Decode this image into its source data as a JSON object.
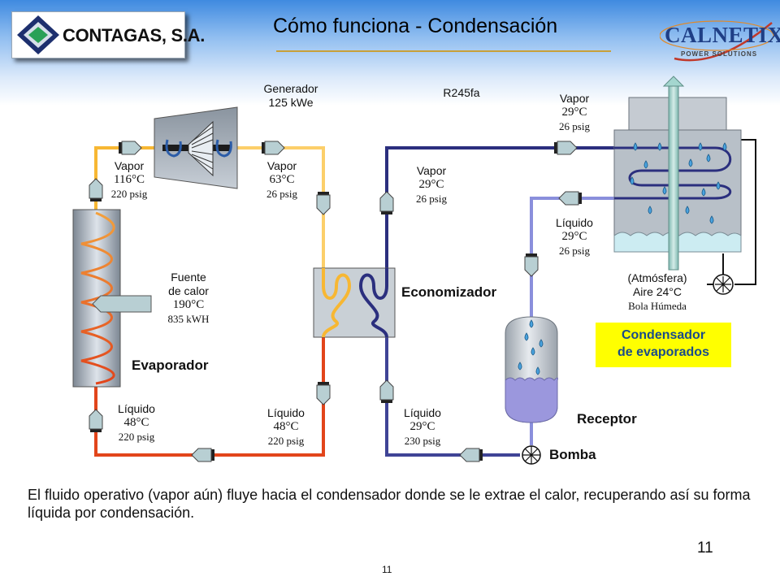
{
  "header": {
    "title": "Cómo funciona - Condensación",
    "logo_left_text": "CONTAGAS, S.A.",
    "logo_right_brand": "CALNETIX",
    "logo_right_tagline": "POWER SOLUTIONS"
  },
  "diagram": {
    "refrigerant": "R245fa",
    "generator": {
      "line1": "Generador",
      "line2": "125 kWe"
    },
    "heat_source": {
      "line1": "Fuente",
      "line2": "de calor",
      "temp": "190°C",
      "power": "835 kWH"
    },
    "points": {
      "turbine_inlet": {
        "state": "Vapor",
        "temp": "116°C",
        "pressure": "220 psig"
      },
      "turbine_outlet": {
        "state": "Vapor",
        "temp": "63°C",
        "pressure": "26 psig"
      },
      "economizer_vapor_out": {
        "state": "Vapor",
        "temp": "29°C",
        "pressure": "26 psig"
      },
      "condenser_inlet": {
        "state": "Vapor",
        "temp": "29°C",
        "pressure": "26 psig"
      },
      "condenser_outlet": {
        "state": "Líquido",
        "temp": "29°C",
        "pressure": "26 psig"
      },
      "evaporator_inlet": {
        "state": "Líquido",
        "temp": "48°C",
        "pressure": "220 psig"
      },
      "economizer_liquid_out": {
        "state": "Líquido",
        "temp": "48°C",
        "pressure": "220 psig"
      },
      "pump_outlet": {
        "state": "Líquido",
        "temp": "29°C",
        "pressure": "230 psig"
      }
    },
    "atmosphere": {
      "line1": "(Atmósfera)",
      "line2": "Aire  24°C",
      "line3": "Bola Húmeda"
    },
    "components": {
      "evaporator": "Evaporador",
      "economizer": "Economizador",
      "condenser_line1": "Condensador",
      "condenser_line2": "de evaporados",
      "receiver": "Receptor",
      "pump": "Bomba"
    },
    "colors": {
      "hot_vapor": "#f7b733",
      "light_vapor": "#fccf6a",
      "hot_liquid": "#e2451b",
      "cold_vapor": "#2b2f7e",
      "cold_liquid": "#8a8fdc",
      "highlight": "#ffff00"
    }
  },
  "footer": {
    "description": "El fluido operativo (vapor aún) fluye hacia el condensador donde se le extrae el calor, recuperando así su forma líquida por condensación.",
    "page_number": "11",
    "page_number_small": "11"
  }
}
